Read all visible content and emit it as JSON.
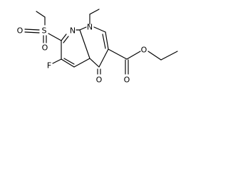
{
  "molecule": {
    "atoms": {
      "n_ring_top": "N",
      "n_ring_left": "N",
      "sulfur": "S",
      "o_sulfonyl_left": "O",
      "o_sulfonyl_bottom": "O",
      "fluorine": "F",
      "o_ketone": "O",
      "o_ester_carbonyl": "O",
      "o_ester_ether": "O"
    }
  }
}
